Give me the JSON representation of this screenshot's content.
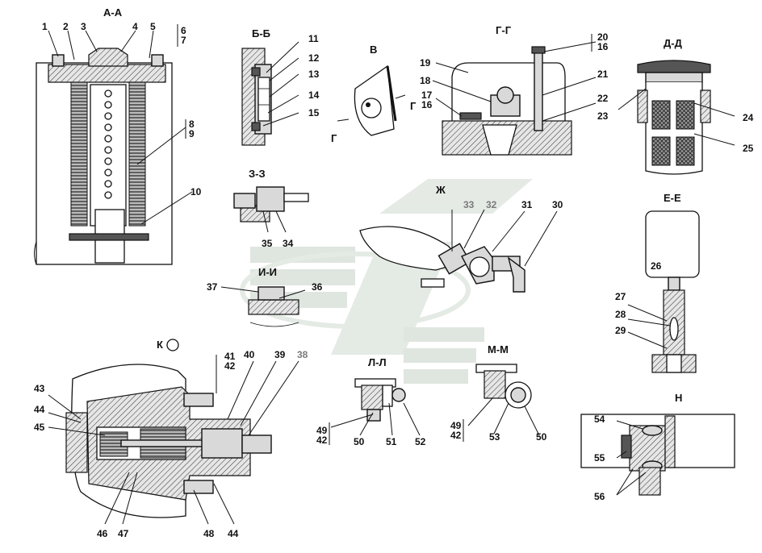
{
  "views": {
    "aa": "А-А",
    "bb": "Б-Б",
    "v": "В",
    "gg": "Г-Г",
    "dd": "Д-Д",
    "zz": "З-З",
    "zh": "Ж",
    "ee": "Е-Е",
    "ii": "И-И",
    "k": "К",
    "ll": "Л-Л",
    "mm": "М-М",
    "n": "Н"
  },
  "cut_marks": {
    "g1": "Г",
    "g2": "Г"
  },
  "callouts": {
    "c1": "1",
    "c2": "2",
    "c3": "3",
    "c4": "4",
    "c5": "5",
    "c6": "6",
    "c7": "7",
    "c8": "8",
    "c9": "9",
    "c10": "10",
    "c11": "11",
    "c12": "12",
    "c13": "13",
    "c14": "14",
    "c15": "15",
    "c16a": "16",
    "c16b": "16",
    "c17": "17",
    "c18": "18",
    "c19": "19",
    "c20": "20",
    "c21": "21",
    "c22": "22",
    "c23": "23",
    "c24": "24",
    "c25": "25",
    "c26": "26",
    "c27": "27",
    "c28": "28",
    "c29": "29",
    "c30": "30",
    "c31": "31",
    "c32": "32",
    "c33": "33",
    "c34": "34",
    "c35": "35",
    "c36": "36",
    "c37": "37",
    "c38": "38",
    "c39": "39",
    "c40": "40",
    "c41": "41",
    "c42a": "42",
    "c42b": "42",
    "c42c": "42",
    "c43": "43",
    "c44a": "44",
    "c44b": "44",
    "c45": "45",
    "c46": "46",
    "c47": "47",
    "c48": "48",
    "c49a": "49",
    "c49b": "49",
    "c50a": "50",
    "c50b": "50",
    "c51": "51",
    "c52": "52",
    "c53": "53",
    "c54": "54",
    "c55": "55",
    "c56": "56"
  },
  "colors": {
    "ink": "#111111",
    "fill": "#d9d9d9",
    "watermark": "#c9d6c9",
    "dim_label": "#7a7a7a"
  }
}
